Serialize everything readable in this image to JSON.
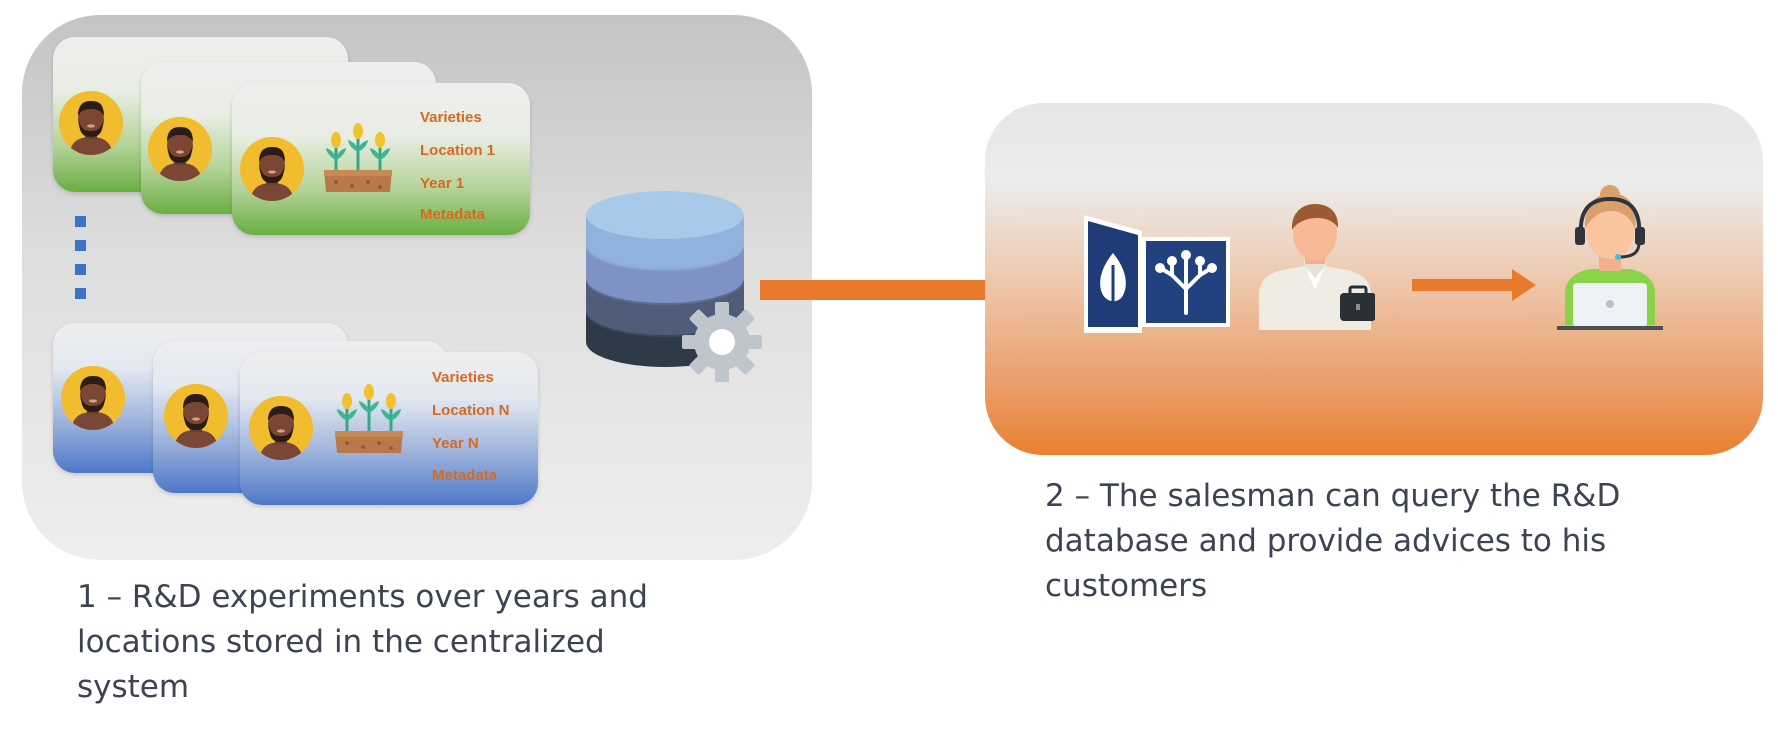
{
  "experiment_cards": {
    "top": {
      "varieties": "Varieties",
      "location": "Location 1",
      "year": "Year 1",
      "metadata": "Metadata"
    },
    "bottom": {
      "varieties": "Varieties",
      "location": "Location N",
      "year": "Year N",
      "metadata": "Metadata"
    }
  },
  "captions": {
    "left_line1": "1 – R&D experiments over years and",
    "left_line2": "locations stored in the centralized",
    "left_line3": "system",
    "right_line1": "2 – The salesman can query the R&D",
    "right_line2": "database and provide advices to his",
    "right_line3": "customers"
  },
  "colors": {
    "accent_orange": "#e97a2c",
    "card_text_orange": "#d9691e",
    "card_green": "#6aae44",
    "card_blue": "#4e78c8",
    "caption_text": "#3d4350"
  },
  "icons": [
    "person-avatar-icon",
    "crop-plants-icon",
    "database-icon",
    "gear-icon",
    "app-logo-icon",
    "salesman-icon",
    "customer-support-icon",
    "arrow-right-icon"
  ]
}
